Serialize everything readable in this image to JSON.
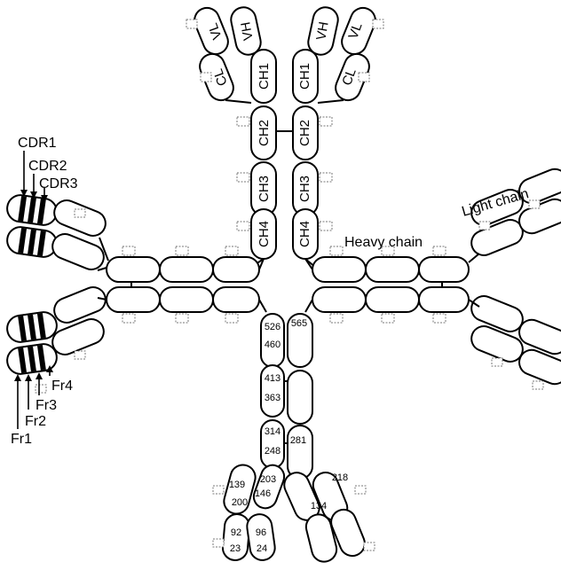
{
  "labels": {
    "cdr1": "CDR1",
    "cdr2": "CDR2",
    "cdr3": "CDR3",
    "fr1": "Fr1",
    "fr2": "Fr2",
    "fr3": "Fr3",
    "fr4": "Fr4",
    "heavy_chain": "Heavy chain",
    "light_chain": "Light chain"
  },
  "domains": {
    "left": {
      "vl": "VL",
      "cl": "CL",
      "vh": "VH",
      "ch1": "CH1"
    },
    "right": {
      "vh": "VH",
      "ch1": "CH1",
      "vl": "VL",
      "cl": "CL"
    },
    "center_left": {
      "ch2": "CH2",
      "ch3": "CH3",
      "ch4": "CH4"
    },
    "center_right": {
      "ch2": "CH2",
      "ch3": "CH3",
      "ch4": "CH4"
    }
  },
  "residues": {
    "r526": "526",
    "r460": "460",
    "r565": "565",
    "r413": "413",
    "r363": "363",
    "r314": "314",
    "r248": "248",
    "r281": "281",
    "r203": "203",
    "r146": "146",
    "r139": "139",
    "r200": "200",
    "r218": "218",
    "r134": "134",
    "r92": "92",
    "r23": "23",
    "r96": "96",
    "r24": "24"
  }
}
